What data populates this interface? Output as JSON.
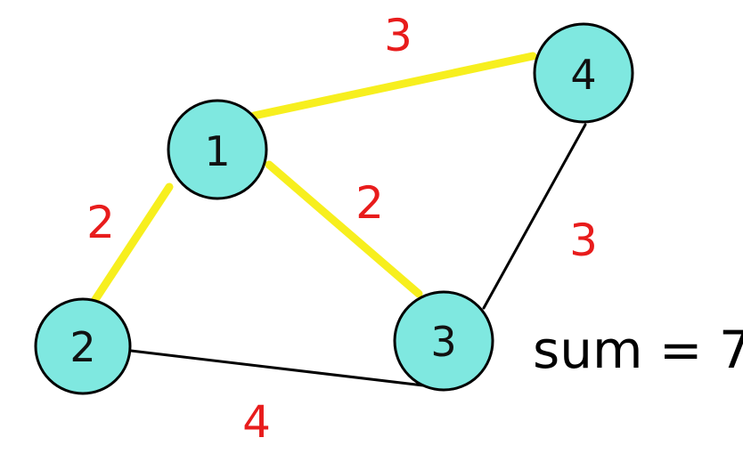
{
  "graph": {
    "nodes": [
      {
        "id": "1",
        "label": "1"
      },
      {
        "id": "2",
        "label": "2"
      },
      {
        "id": "3",
        "label": "3"
      },
      {
        "id": "4",
        "label": "4"
      }
    ],
    "edges": [
      {
        "from": "1",
        "to": "4",
        "weight": "3",
        "highlighted": true
      },
      {
        "from": "1",
        "to": "2",
        "weight": "2",
        "highlighted": true
      },
      {
        "from": "1",
        "to": "3",
        "weight": "2",
        "highlighted": true
      },
      {
        "from": "4",
        "to": "3",
        "weight": "3",
        "highlighted": false
      },
      {
        "from": "2",
        "to": "3",
        "weight": "4",
        "highlighted": false
      }
    ]
  },
  "sum": {
    "text": "sum = 7"
  },
  "colors": {
    "node_fill": "#7fe8e0",
    "highlight": "#f7ef1e",
    "weight_text": "#e81c1c",
    "edge": "#000000"
  }
}
